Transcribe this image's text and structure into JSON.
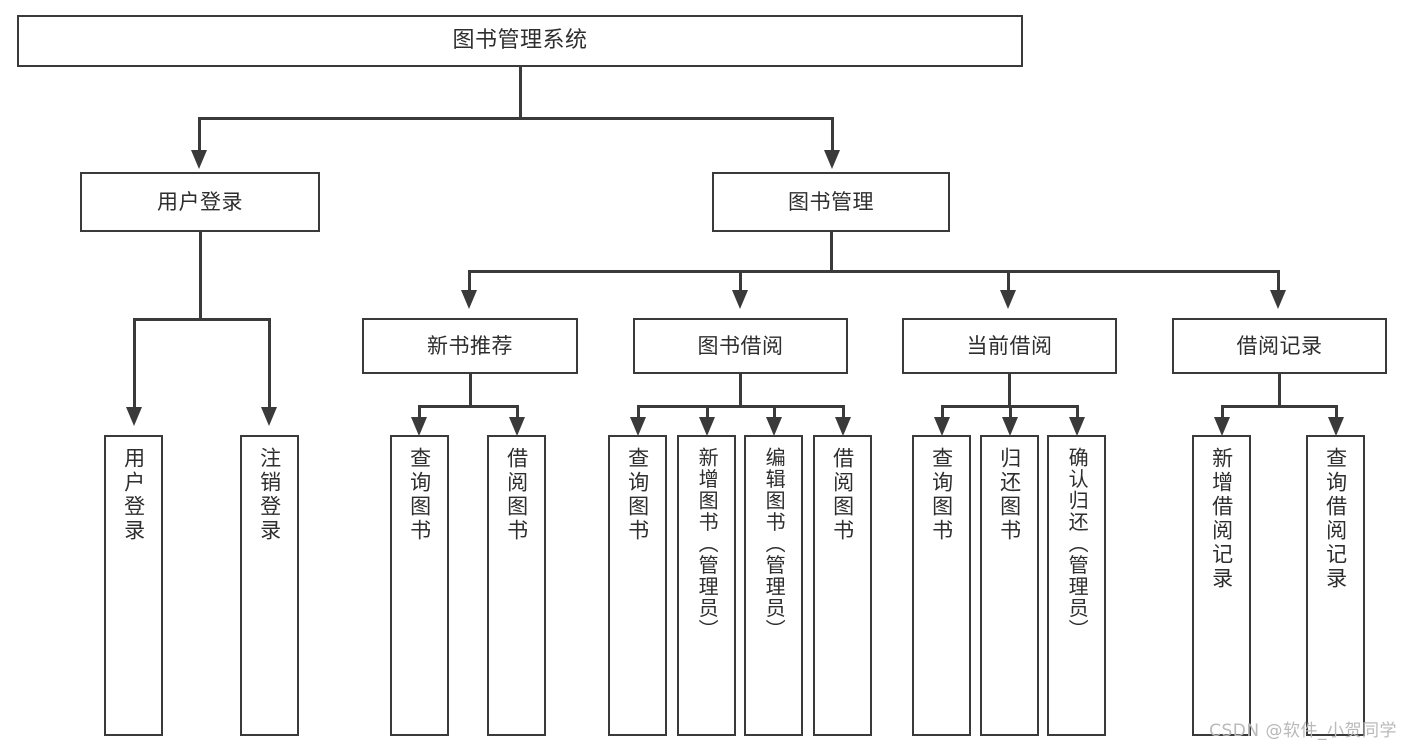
{
  "diagram": {
    "title": "图书管理系统",
    "root": {
      "label": "图书管理系统"
    },
    "level1": [
      {
        "label": "用户登录"
      },
      {
        "label": "图书管理"
      }
    ],
    "level2": [
      {
        "label": "新书推荐"
      },
      {
        "label": "图书借阅"
      },
      {
        "label": "当前借阅"
      },
      {
        "label": "借阅记录"
      }
    ],
    "leaves": [
      {
        "label": "用户登录",
        "parent": "用户登录"
      },
      {
        "label": "注销登录",
        "parent": "用户登录"
      },
      {
        "label": "查询图书",
        "parent": "新书推荐"
      },
      {
        "label": "借阅图书",
        "parent": "新书推荐"
      },
      {
        "label": "查询图书",
        "parent": "图书借阅"
      },
      {
        "label": "新增图书（管理员）",
        "parent": "图书借阅"
      },
      {
        "label": "编辑图书（管理员）",
        "parent": "图书借阅"
      },
      {
        "label": "借阅图书",
        "parent": "图书借阅"
      },
      {
        "label": "查询图书",
        "parent": "当前借阅"
      },
      {
        "label": "归还图书",
        "parent": "当前借阅"
      },
      {
        "label": "确认归还（管理员）",
        "parent": "当前借阅"
      },
      {
        "label": "新增借阅记录",
        "parent": "借阅记录"
      },
      {
        "label": "查询借阅记录",
        "parent": "借阅记录"
      }
    ],
    "colors": {
      "box_border": "#3a3a3a",
      "box_fill": "#ffffff",
      "text": "#2e2e2e",
      "connector": "#3a3a3a",
      "watermark": "#b9b9b9"
    }
  },
  "watermark": {
    "text": "CSDN @软件_小贺同学"
  }
}
